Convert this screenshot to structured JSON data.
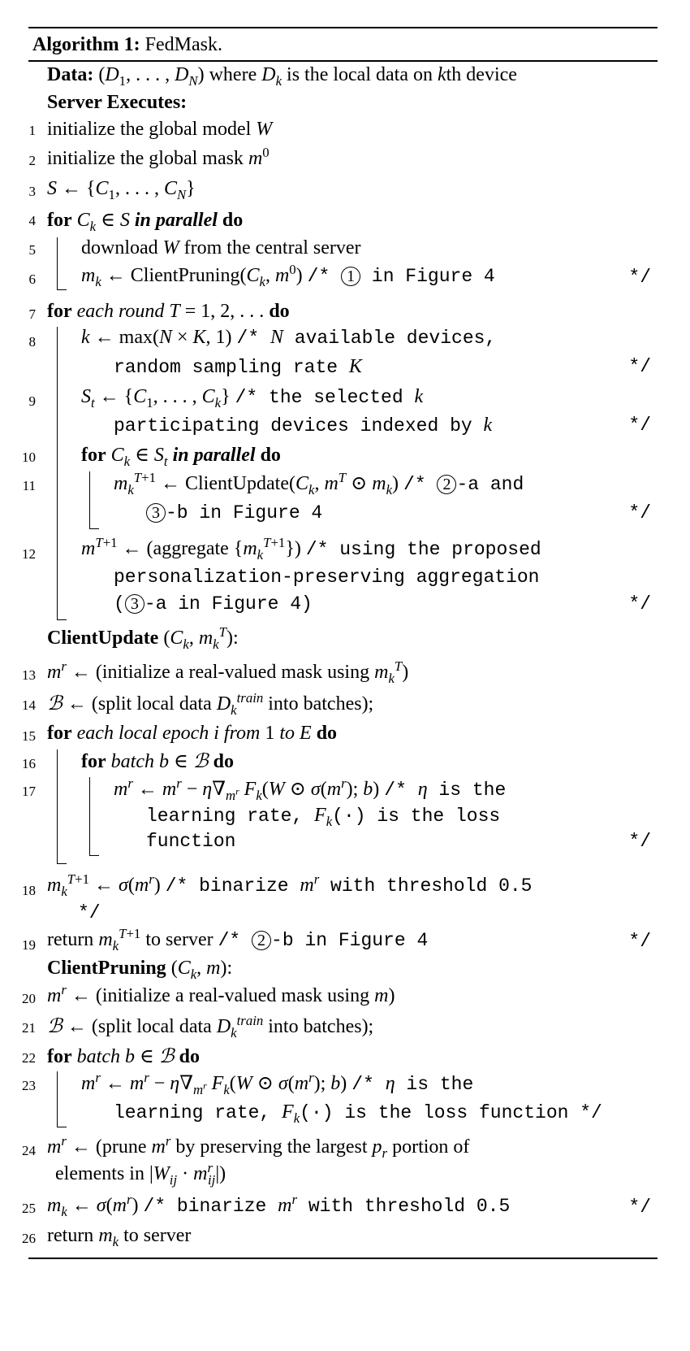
{
  "algorithm": {
    "label": "Algorithm 1:",
    "name": "FedMask."
  },
  "data_line": {
    "keyword": "Data:",
    "text": "(D1, . . . , DN) where Dk is the local data on kth device"
  },
  "sections": {
    "server": "Server Executes:",
    "client_update": "ClientUpdate",
    "client_update_args": "(Ck, mkT):",
    "client_pruning": "ClientPruning",
    "client_pruning_args": "(Ck, m):"
  },
  "lines": [
    {
      "n": "1",
      "text": "initialize the global model W"
    },
    {
      "n": "2",
      "text": "initialize the global mask m0"
    },
    {
      "n": "3",
      "text": "S ← {C1, . . . , CN}"
    },
    {
      "n": "4",
      "text": "for Ck ∈ S in parallel do"
    },
    {
      "n": "5",
      "text": "download W from the central server"
    },
    {
      "n": "6",
      "text": "mk ← ClientPruning(Ck, m0)",
      "comment": "/* ① in Figure 4 */"
    },
    {
      "n": "7",
      "text": "for each round T = 1, 2, . . . do"
    },
    {
      "n": "8",
      "text": "k ← max(N × K, 1)",
      "comment": "/* N available devices,",
      "comment2": "random sampling rate K"
    },
    {
      "n": "9",
      "text": "St ← {C1, . . . , Ck}",
      "comment": "/* the selected k",
      "comment2": "participating devices indexed by k"
    },
    {
      "n": "10",
      "text": "for Ck ∈ St in parallel do"
    },
    {
      "n": "11",
      "text": "mkT+1 ← ClientUpdate(Ck, mT ⊙ mk)",
      "comment": "/* ②-a and",
      "comment2": "③-b in Figure 4"
    },
    {
      "n": "12",
      "text": "mT+1 ← (aggregate {mkT+1})",
      "comment": "/* using the proposed",
      "comment2": "personalization-preserving aggregation",
      "comment3": "(③-a in Figure 4)"
    },
    {
      "n": "13",
      "text": "mr ← (initialize a real-valued mask using mkT)"
    },
    {
      "n": "14",
      "text": "ℬ ← (split local data Dktrain into batches);"
    },
    {
      "n": "15",
      "text": "for each local epoch i from 1 to E do"
    },
    {
      "n": "16",
      "text": "for batch b ∈ ℬ do"
    },
    {
      "n": "17",
      "text": "mr ← mr − η∇mr Fk(W ⊙ σ(mr); b)",
      "comment": "/* η is the",
      "comment2": "learning rate, Fk(·) is the loss",
      "comment3": "function"
    },
    {
      "n": "18",
      "text": "mkT+1 ← σ(mr)",
      "comment": "/* binarize mr with threshold 0.5"
    },
    {
      "n": "19",
      "text": "return mkT+1 to server",
      "comment": "/* ②-b in Figure 4"
    },
    {
      "n": "20",
      "text": "mr ← (initialize a real-valued mask using m)"
    },
    {
      "n": "21",
      "text": "ℬ ← (split local data Dktrain into batches);"
    },
    {
      "n": "22",
      "text": "for batch b ∈ ℬ do"
    },
    {
      "n": "23",
      "text": "mr ← mr − η∇mr Fk(W ⊙ σ(mr); b)",
      "comment": "/* η is the",
      "comment2": "learning rate, Fk(·) is the loss function */"
    },
    {
      "n": "24",
      "text": "mr ← (prune mr by preserving the largest pr portion of",
      "text2": "elements in |Wij · mrij|)"
    },
    {
      "n": "25",
      "text": "mk ← σ(mr)",
      "comment": "/* binarize mr with threshold 0.5 */"
    },
    {
      "n": "26",
      "text": "return mk to server"
    }
  ],
  "comment_end": "*/"
}
